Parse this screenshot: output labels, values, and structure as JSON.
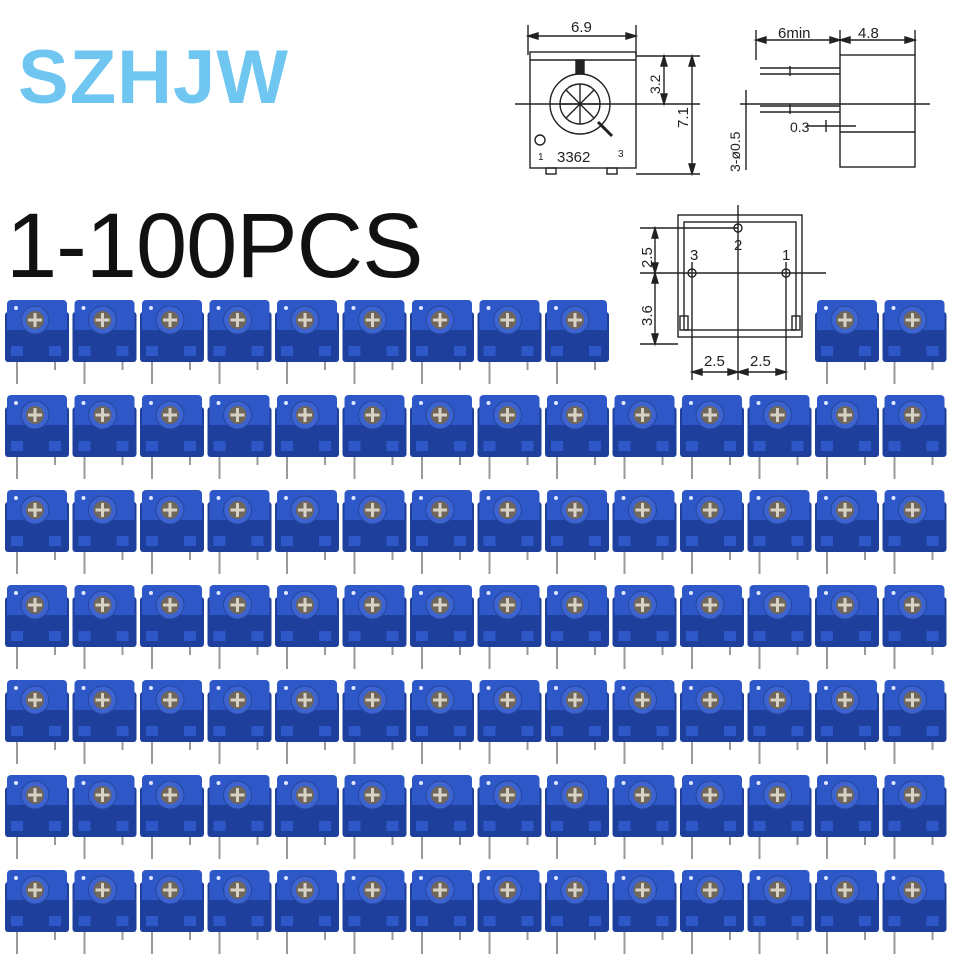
{
  "brand": {
    "text": "SZHJW",
    "color": "#6ec6f1"
  },
  "quantity": {
    "text": "1-100PCS"
  },
  "product": {
    "name": "3362 trimmer potentiometer",
    "body_color": "#2e58c8",
    "body_shadow": "#1e3f9c",
    "rows": [
      {
        "count": 11,
        "gap_after": 9
      },
      {
        "count": 14
      },
      {
        "count": 14
      },
      {
        "count": 14
      },
      {
        "count": 14
      },
      {
        "count": 14
      },
      {
        "count": 14
      }
    ]
  },
  "drawing_front": {
    "width_label": "6.9",
    "height_label": "7.1",
    "knob_label": "3.2",
    "model_label": "3362",
    "pin_left_label": "1",
    "pin_right_label": "3"
  },
  "drawing_side": {
    "lead_label": "6min",
    "depth_label": "4.8",
    "pin_dia_label": "3-ø0.5",
    "offset_label": "0.3"
  },
  "drawing_bottom": {
    "top_spacing_label": "2.5",
    "bottom_spacing_label": "3.6",
    "pitch_left_label": "2.5",
    "pitch_right_label": "2.5",
    "pin_labels": [
      "3",
      "2",
      "1"
    ]
  }
}
